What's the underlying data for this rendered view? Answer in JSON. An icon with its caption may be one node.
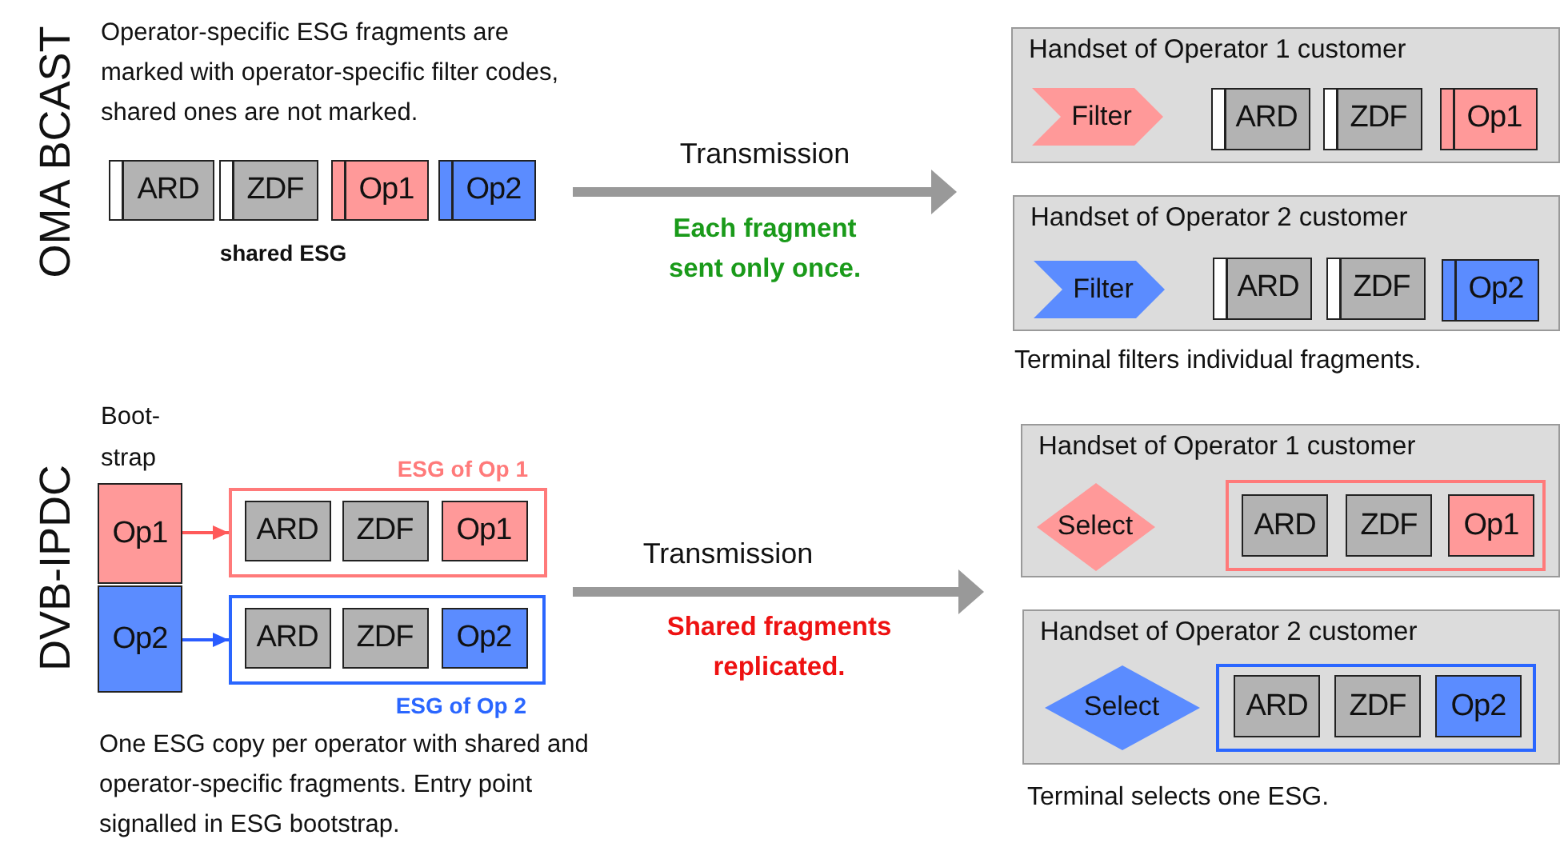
{
  "diagram": {
    "nodes": [
      {
        "text": [
          "ARD"
        ]
      },
      {
        "text": [
          "ZDF"
        ]
      },
      {
        "text": [
          "Op1"
        ]
      },
      {
        "text": [
          "Op2"
        ]
      },
      {
        "text": [
          "Handset of Operator 1 customer"
        ]
      },
      {
        "text": [
          "Filter"
        ],
        "in": 4
      },
      {
        "text": [
          "ARD"
        ],
        "in": 4
      },
      {
        "text": [
          "ZDF"
        ],
        "in": 4
      },
      {
        "text": [
          "Op1"
        ],
        "in": 4
      },
      {
        "text": [
          "Handset of Operator 2 customer"
        ]
      },
      {
        "text": [
          "Filter"
        ],
        "in": 9
      },
      {
        "text": [
          "ARD"
        ],
        "in": 9
      },
      {
        "text": [
          "ZDF"
        ],
        "in": 9
      },
      {
        "text": [
          "Op2"
        ],
        "in": 9
      },
      {
        "text": [
          "Op1"
        ]
      },
      {
        "text": [
          "Op2"
        ]
      },
      {
        "text": [
          "ESG of Op 1"
        ]
      },
      {
        "text": [
          "ARD"
        ],
        "in": 16
      },
      {
        "text": [
          "ZDF"
        ],
        "in": 16
      },
      {
        "text": [
          "Op1"
        ],
        "in": 16
      },
      {
        "text": [
          "ESG of Op 2"
        ]
      },
      {
        "text": [
          "ARD"
        ],
        "in": 20
      },
      {
        "text": [
          "ZDF"
        ],
        "in": 20
      },
      {
        "text": [
          "Op2"
        ],
        "in": 20
      },
      {
        "text": [
          "Handset of Operator 1 customer"
        ]
      },
      {
        "text": [
          "Select"
        ],
        "in": 24
      },
      {
        "text": [],
        "shape": "box",
        "in": 24
      },
      {
        "text": [
          "ARD"
        ],
        "in": 26
      },
      {
        "text": [
          "ZDF"
        ],
        "in": 26
      },
      {
        "text": [
          "Op1"
        ],
        "in": 26
      },
      {
        "text": [
          "Handset of Operator 2 customer"
        ]
      },
      {
        "text": [
          "Select"
        ],
        "in": 30
      },
      {
        "text": [],
        "shape": "box",
        "in": 30
      },
      {
        "text": [
          "ARD"
        ],
        "in": 32
      },
      {
        "text": [
          "ZDF"
        ],
        "in": 32
      },
      {
        "text": [
          "Op2"
        ],
        "in": 32
      }
    ],
    "edges": [
      {
        "from": 14,
        "to": 16,
        "arrow": "to",
        "color": "#ff5a5a"
      },
      {
        "from": 15,
        "to": 20,
        "arrow": "to",
        "color": "#2a5cff"
      }
    ],
    "labels": [
      "OMA BCAST",
      "Operator-specific ESG fragments are marked with operator-specific filter codes, shared ones are not marked.",
      "shared ESG",
      "Transmission",
      "Each fragment sent only once.",
      "Terminal filters individual fragments.",
      "DVB-IPDC",
      "Boot- strap",
      "Transmission",
      "Shared fragments replicated.",
      "One ESG copy per operator with shared and operator-specific fragments. Entry point signalled in ESG bootstrap.",
      "Terminal selects one ESG."
    ]
  }
}
